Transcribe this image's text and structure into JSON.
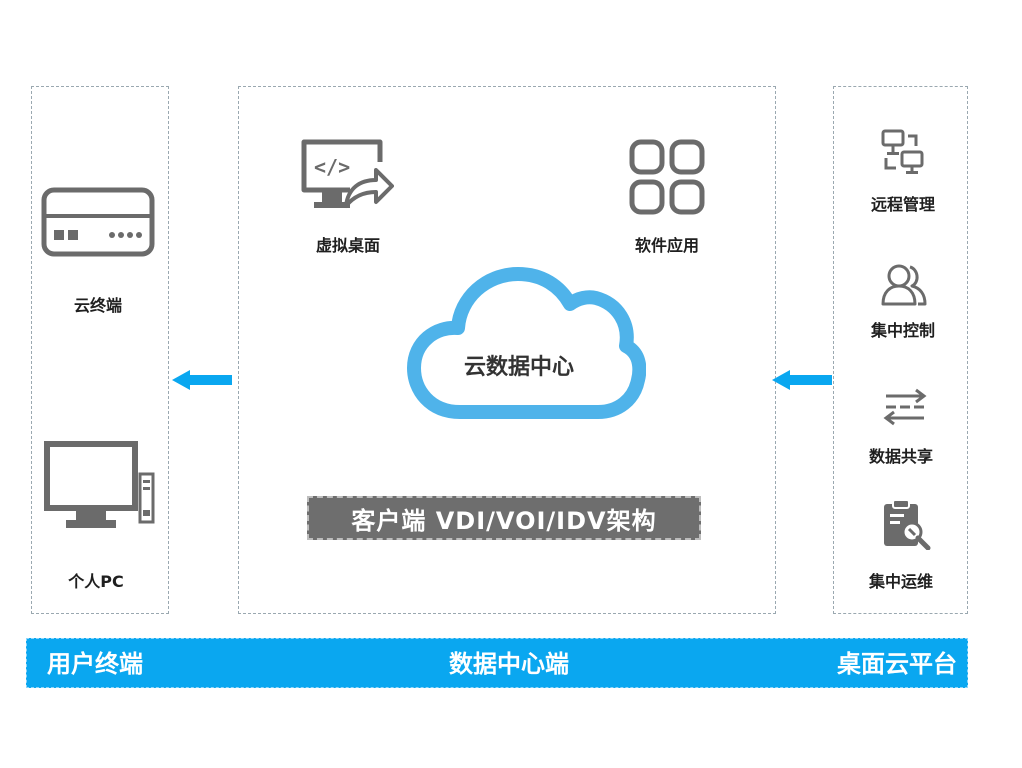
{
  "left_panel": {
    "items": [
      {
        "label": "云终端",
        "icon": "thin-client-icon"
      },
      {
        "label": "个人PC",
        "icon": "desktop-pc-icon"
      }
    ]
  },
  "center_panel": {
    "items": [
      {
        "label": "虚拟桌面",
        "icon": "virtual-desktop-icon"
      },
      {
        "label": "软件应用",
        "icon": "app-grid-icon"
      }
    ],
    "cloud_label": "云数据中心",
    "architecture_label": "客户端  VDI/VOI/IDV架构"
  },
  "right_panel": {
    "items": [
      {
        "label": "远程管理",
        "icon": "remote-management-icon"
      },
      {
        "label": "集中控制",
        "icon": "users-icon"
      },
      {
        "label": "数据共享",
        "icon": "transfer-arrows-icon"
      },
      {
        "label": "集中运维",
        "icon": "maintenance-clipboard-icon"
      }
    ]
  },
  "bottom_bar": {
    "left": "用户终端",
    "center": "数据中心端",
    "right": "桌面云平台"
  },
  "colors": {
    "accent_blue": "#0aa7f0",
    "cloud_blue": "#4fb3ea",
    "icon_gray": "#6b6b6b",
    "arch_bar_gray": "#6e6e6e"
  }
}
